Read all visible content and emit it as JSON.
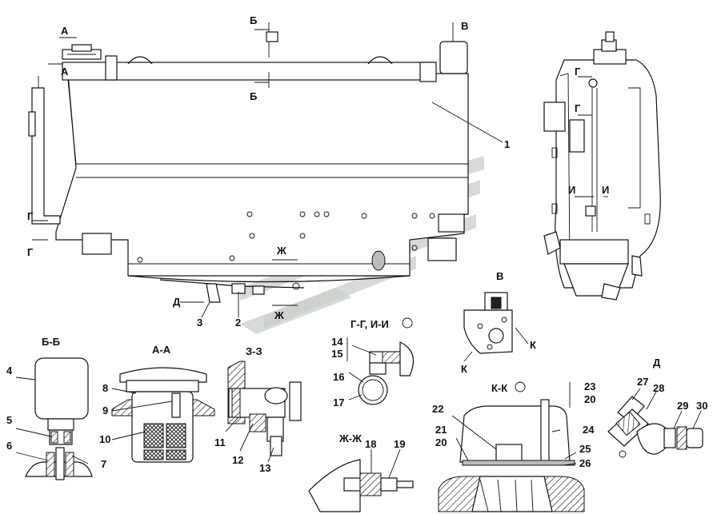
{
  "section_marks": {
    "a": "А",
    "b": "Б",
    "v": "В",
    "g": "Г",
    "i": "И",
    "zh": "Ж",
    "d": "Д",
    "k": "К"
  },
  "view_titles": {
    "bb": "Б-Б",
    "aa": "А-А",
    "zz": "З-З",
    "gg_ii": "Г-Г, И-И",
    "v": "В",
    "kk": "К-К",
    "zhzh": "Ж-Ж",
    "d": "Д"
  },
  "part_numbers": [
    "1",
    "2",
    "3",
    "4",
    "5",
    "6",
    "7",
    "8",
    "9",
    "10",
    "11",
    "12",
    "13",
    "14",
    "15",
    "16",
    "17",
    "18",
    "19",
    "20",
    "21",
    "22",
    "23",
    "24",
    "25",
    "26",
    "27",
    "28",
    "29",
    "30"
  ]
}
